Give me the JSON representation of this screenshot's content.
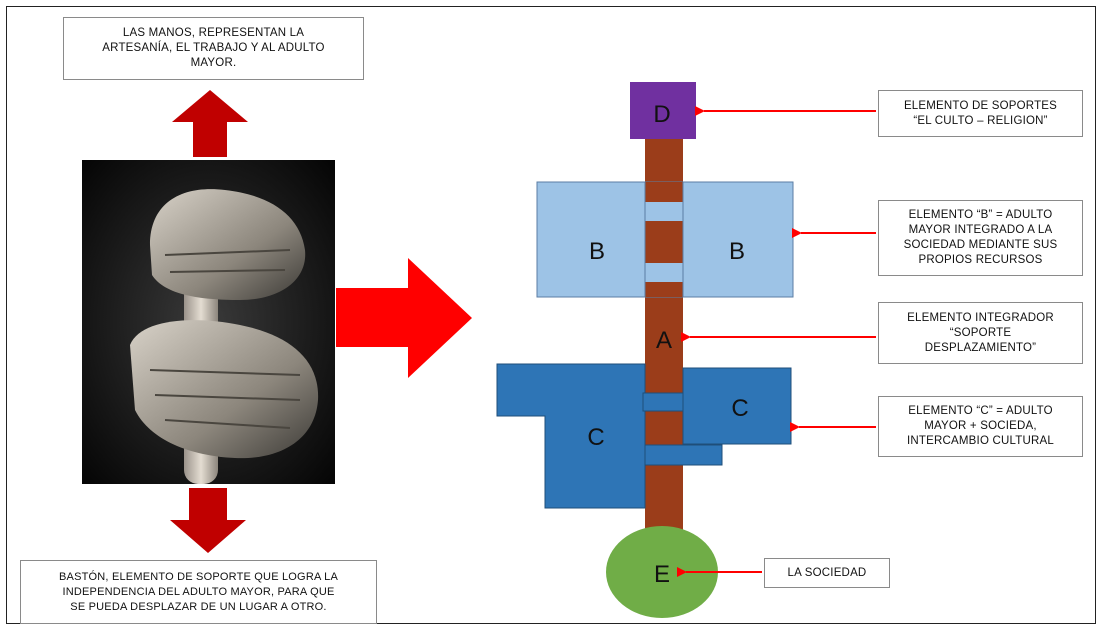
{
  "notes": {
    "manos": [
      "LAS MANOS, REPRESENTAN LA",
      "ARTESANÍA, EL TRABAJO Y AL ADULTO",
      "MAYOR."
    ],
    "baston": [
      "BASTÓN, ELEMENTO DE SOPORTE QUE LOGRA LA",
      "INDEPENDENCIA DEL ADULTO MAYOR, PARA QUE",
      "SE PUEDA DESPLAZAR DE UN LUGAR A OTRO."
    ],
    "d": [
      "ELEMENTO DE SOPORTES",
      "“EL CULTO – RELIGION”"
    ],
    "b": [
      "ELEMENTO “B” = ADULTO",
      "MAYOR INTEGRADO A LA",
      "SOCIEDAD MEDIANTE SUS",
      "PROPIOS RECURSOS"
    ],
    "a": [
      "ELEMENTO INTEGRADOR",
      "“SOPORTE",
      "DESPLAZAMIENTO”"
    ],
    "c": [
      "ELEMENTO “C” = ADULTO",
      "MAYOR  + SOCIEDA,",
      "INTERCAMBIO CULTURAL"
    ],
    "e": [
      "LA SOCIEDAD"
    ]
  },
  "labels": {
    "d": "D",
    "b_left": "B",
    "b_right": "B",
    "a": "A",
    "c_left": "C",
    "c_right": "C",
    "e": "E"
  },
  "image": {
    "subject": "hands-gripping-cane-photo"
  },
  "colors": {
    "pole": "#9b3d1a",
    "purple": "#7030a0",
    "light_blue": "#9dc3e6",
    "mid_blue": "#2e75b6",
    "green": "#70ad47",
    "dark_red_arrow": "#c00000",
    "red_arrow": "#ff0000"
  }
}
